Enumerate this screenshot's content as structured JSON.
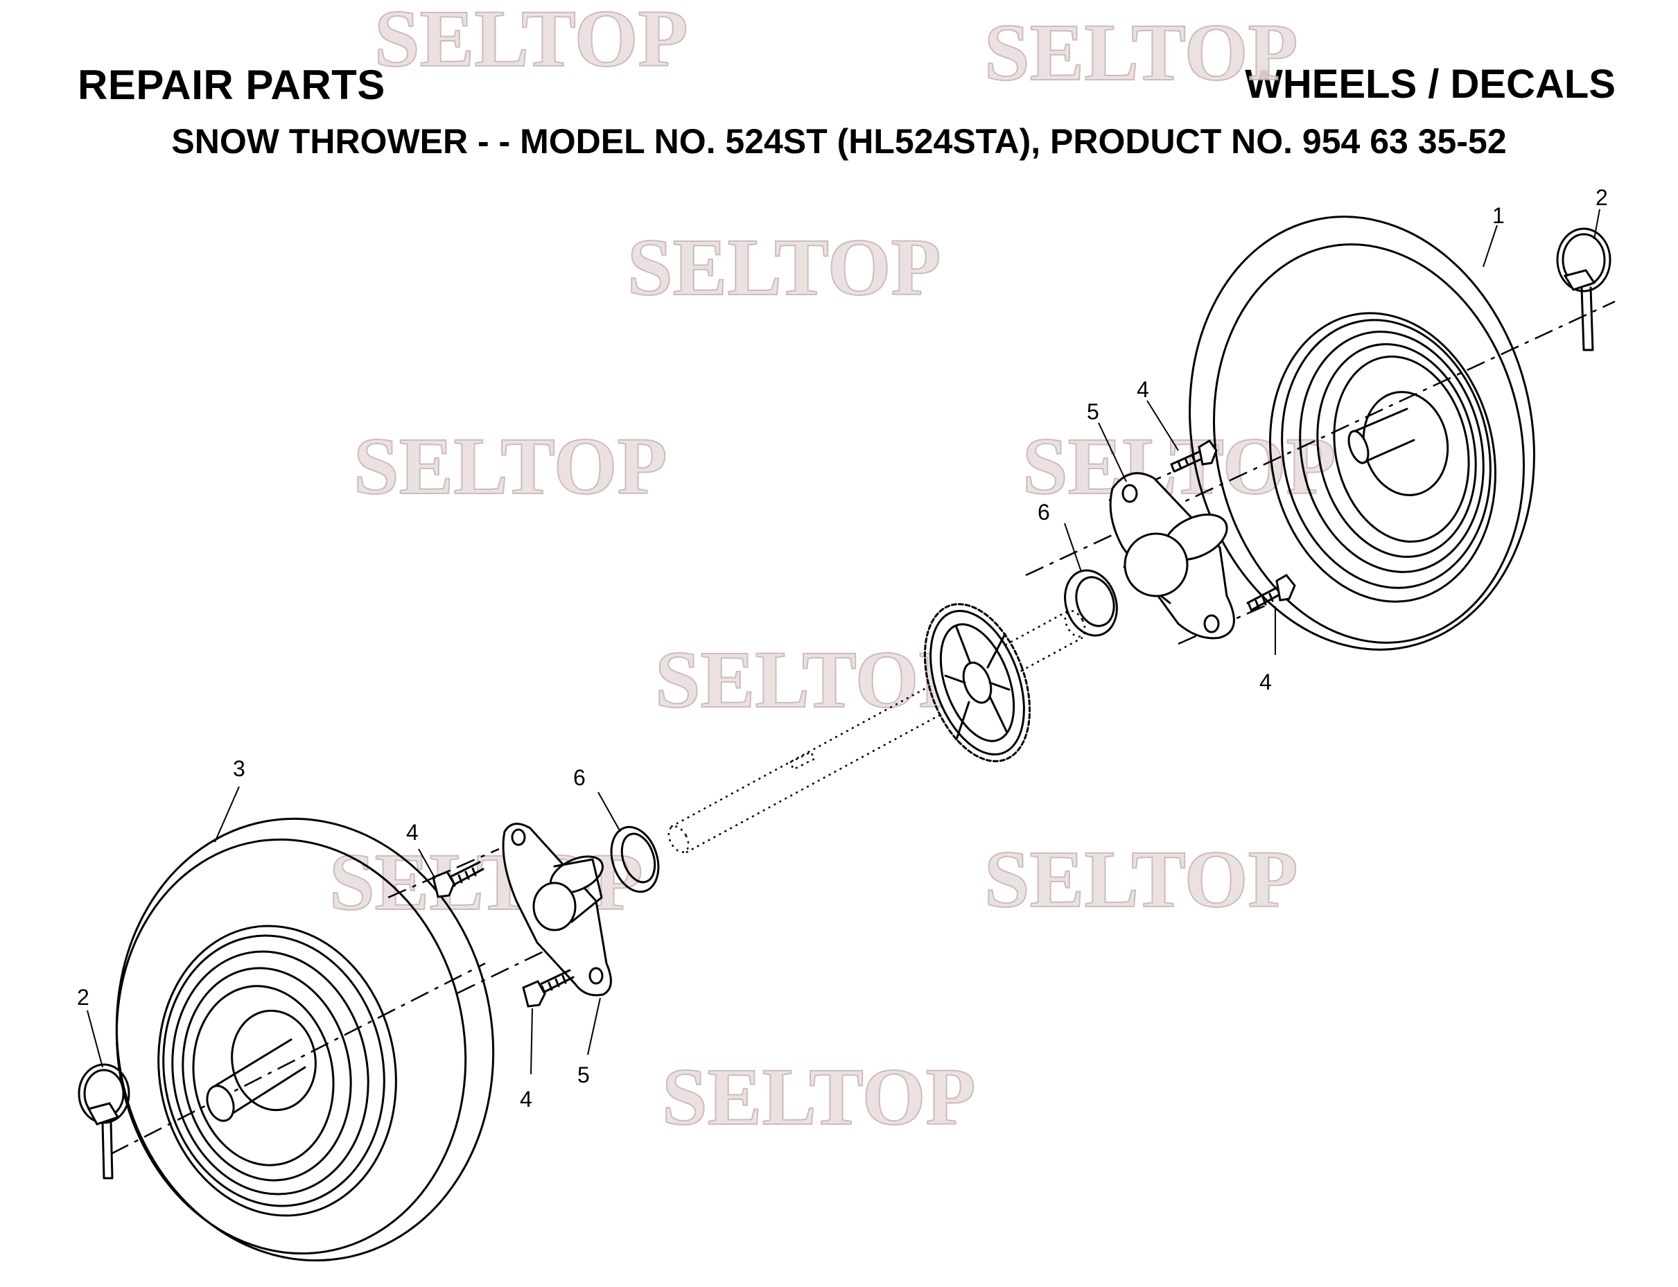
{
  "header": {
    "left_title": "REPAIR PARTS",
    "right_title": "WHEELS / DECALS",
    "subtitle": "SNOW THROWER - - MODEL NO. 524ST (HL524STA), PRODUCT NO. 954 63 35-52"
  },
  "watermark": "SELTOP",
  "callouts": {
    "wheel_right": "1",
    "pin_right": "2",
    "pin_left": "2",
    "wheel_left": "3",
    "bolt_upper_top": "4",
    "bolt_upper_bottom": "4",
    "bolt_lower_top": "4",
    "bolt_lower_bottom": "4",
    "bearing_upper": "5",
    "bearing_lower": "5",
    "washer_upper": "6",
    "washer_lower": "6"
  },
  "colors": {
    "ink": "#000000",
    "watermark_fill": "#e9dede",
    "watermark_stroke": "#c9b5b5",
    "background": "#ffffff"
  }
}
